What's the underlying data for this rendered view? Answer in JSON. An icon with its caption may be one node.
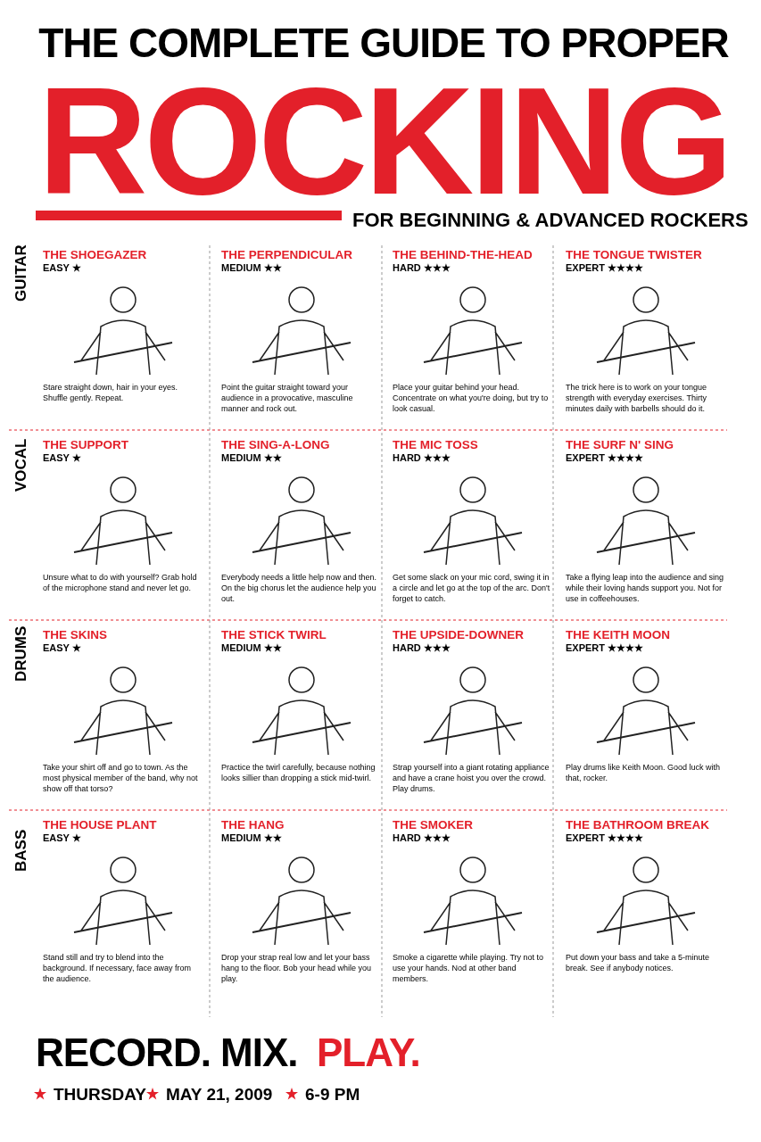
{
  "diagram": {
    "title": "THE COMPLETE GUIDE TO PROPER ROCKING",
    "nodes": [
      {
        "text": [
          "THE SHOEGAZER",
          "EASY ★",
          "Stare straight down, hair in your eyes. Shuffle gently. Repeat."
        ]
      },
      {
        "text": [
          "THE PERPENDICULAR",
          "MEDIUM ★★",
          "Point the guitar straight toward your audience in a provocative, masculine manner and rock out."
        ]
      },
      {
        "text": [
          "THE BEHIND-THE-HEAD",
          "HARD ★★★",
          "Place your guitar behind your head. Concentrate on what you're doing, but try to look casual."
        ]
      },
      {
        "text": [
          "THE TONGUE TWISTER",
          "EXPERT ★★★★",
          "The trick here is to work on your tongue strength with everyday exercises. Thirty minutes daily with barbells should do it."
        ]
      },
      {
        "text": [
          "THE SUPPORT",
          "EASY ★",
          "Unsure what to do with yourself? Grab hold of the microphone stand and never let go."
        ]
      },
      {
        "text": [
          "THE SING-A-LONG",
          "MEDIUM ★★",
          "Everybody needs a little help now and then. On the big chorus let the audience help you out."
        ]
      },
      {
        "text": [
          "THE MIC TOSS",
          "HARD ★★★",
          "Get some slack on your mic cord, swing it in a circle and let go at the top of the arc. Don't forget to catch."
        ]
      },
      {
        "text": [
          "THE SURF N' SING",
          "EXPERT ★★★★",
          "Take a flying leap into the audience and sing while their loving hands support you. Not for use in coffeehouses."
        ]
      },
      {
        "text": [
          "THE SKINS",
          "EASY ★",
          "Take your shirt off and go to town. As the most physical member of the band, why not show off that torso?"
        ]
      },
      {
        "text": [
          "THE STICK TWIRL",
          "MEDIUM ★★",
          "Practice the twirl carefully, because nothing looks sillier than dropping a stick mid-twirl."
        ]
      },
      {
        "text": [
          "THE UPSIDE-DOWNER",
          "HARD ★★★",
          "Strap yourself into a giant rotating appliance and have a crane hoist you over the crowd. Play drums."
        ]
      },
      {
        "text": [
          "THE KEITH MOON",
          "EXPERT ★★★★",
          "Play drums like Keith Moon. Good luck with that, rocker."
        ]
      },
      {
        "text": [
          "THE HOUSE PLANT",
          "EASY ★",
          "Stand still and try to blend into the background. If necessary, face away from the audience."
        ]
      },
      {
        "text": [
          "THE HANG",
          "MEDIUM ★★",
          "Drop your strap real low and let your bass hang to the floor. Bob your head while you play."
        ]
      },
      {
        "text": [
          "THE SMOKER",
          "HARD ★★★",
          "Smoke a cigarette while playing. Try not to use your hands. Nod at other band members."
        ]
      },
      {
        "text": [
          "THE BATHROOM BREAK",
          "EXPERT ★★★★",
          "Put down your bass and take a 5-minute break. See if anybody notices."
        ]
      }
    ],
    "labels": [
      "FOR BEGINNING & ADVANCED ROCKERS",
      "GUITAR",
      "VOCAL",
      "DRUMS",
      "BASS",
      "RECORD. MIX.",
      "PLAY.",
      "THURSDAY",
      "MAY 21, 2009",
      "6-9 PM"
    ]
  }
}
